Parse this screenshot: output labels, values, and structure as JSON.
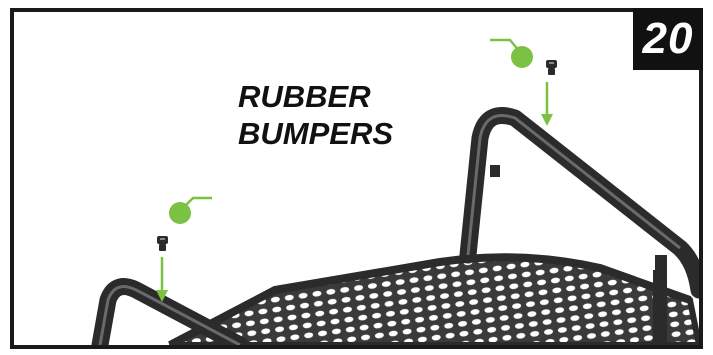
{
  "step": {
    "number": "20"
  },
  "caption": {
    "line1": "RUBBER",
    "line2": "BUMPERS"
  },
  "colors": {
    "frame": "#1a1a1a",
    "pointer": "#7cc242",
    "tube": "#2b2b2b",
    "mesh": "#3a3a3a",
    "badge_bg": "#111111",
    "badge_text": "#ffffff"
  },
  "icons": [
    "callout-dot-icon",
    "arrow-down-icon",
    "rubber-bumper-icon"
  ]
}
